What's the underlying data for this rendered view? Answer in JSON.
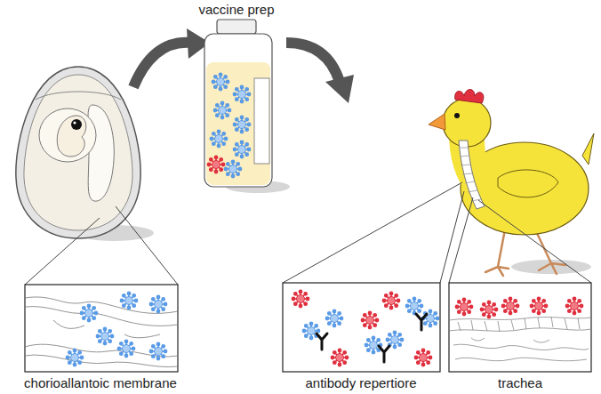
{
  "diagram": {
    "labels": [
      "vaccine prep",
      "chorioallantoic membrane",
      "antibody repertiore",
      "trachea"
    ]
  }
}
